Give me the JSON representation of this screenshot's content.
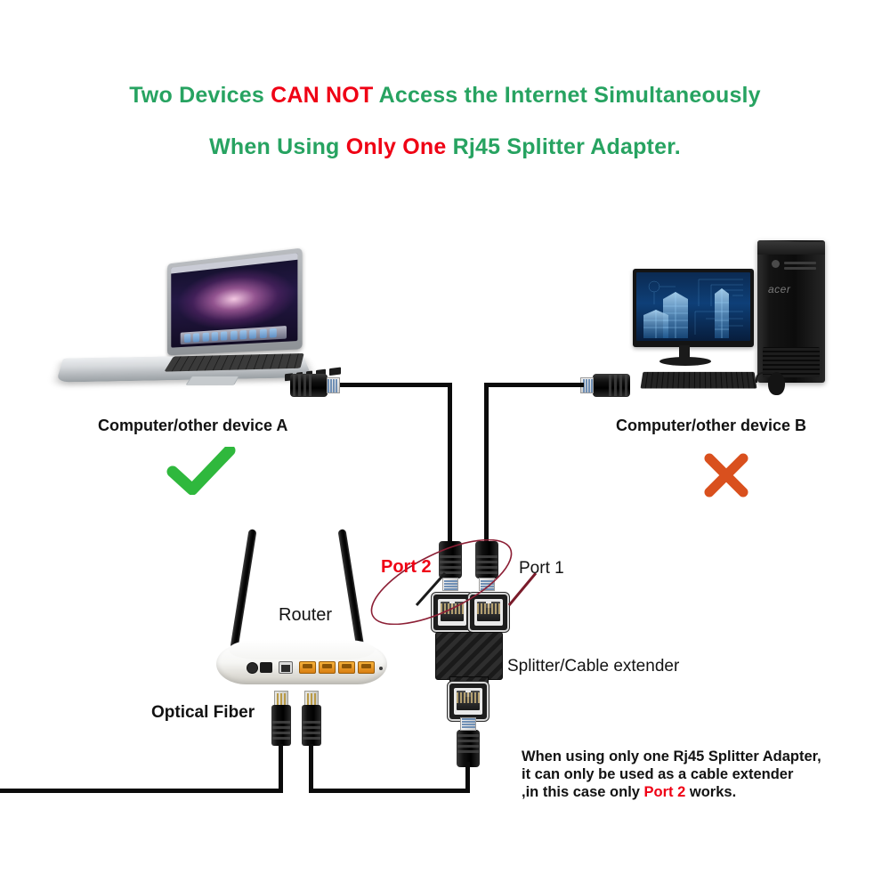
{
  "title": {
    "line1": [
      {
        "text": "Two Devices ",
        "color": "green"
      },
      {
        "text": "CAN NOT",
        "color": "red"
      },
      {
        "text": " Access the Internet  Simultaneously",
        "color": "green"
      }
    ],
    "line2": [
      {
        "text": "When Using ",
        "color": "green"
      },
      {
        "text": "Only One",
        "color": "red"
      },
      {
        "text": " Rj45 Splitter Adapter.",
        "color": "green"
      }
    ],
    "plain": "Two Devices CAN NOT Access the Internet Simultaneously When Using Only One Rj45 Splitter Adapter."
  },
  "colors": {
    "green": "#27a361",
    "red": "#ef0014",
    "check_green": "#2fb83d",
    "cross_orange": "#d9501e",
    "annotation_maroon": "#8c1f35",
    "cable_black": "#0b0b0b",
    "router_port_orange": "#e79a25"
  },
  "labels": {
    "device_a": "Computer/other device A",
    "device_b": "Computer/other device B",
    "router": "Router",
    "optical_fiber": "Optical Fiber",
    "port_1": "Port 1",
    "port_2": "Port 2",
    "splitter": "Splitter/Cable extender"
  },
  "marks": {
    "check": {
      "symbol": "check-mark",
      "meaning": "works",
      "near": "Computer/other device A"
    },
    "cross": {
      "symbol": "cross-mark",
      "meaning": "does not work",
      "near": "Computer/other device B"
    }
  },
  "note": {
    "line1": "When using only one Rj45 Splitter Adapter,",
    "line2": "it can only be used as a cable extender",
    "line3_pre": ",in this case only ",
    "line3_highlight": "Port 2",
    "line3_post": " works."
  },
  "devices": {
    "laptop": {
      "name": "laptop",
      "description": "silver laptop computer"
    },
    "desktop": {
      "name": "desktop-computer",
      "brand": "acer",
      "description": "monitor, tower, keyboard and mouse"
    },
    "router": {
      "name": "wireless-router",
      "antennas": 2,
      "lan_ports": 4
    },
    "splitter": {
      "name": "rj45-splitter",
      "top_jacks": 2,
      "bottom_jacks": 1
    }
  }
}
